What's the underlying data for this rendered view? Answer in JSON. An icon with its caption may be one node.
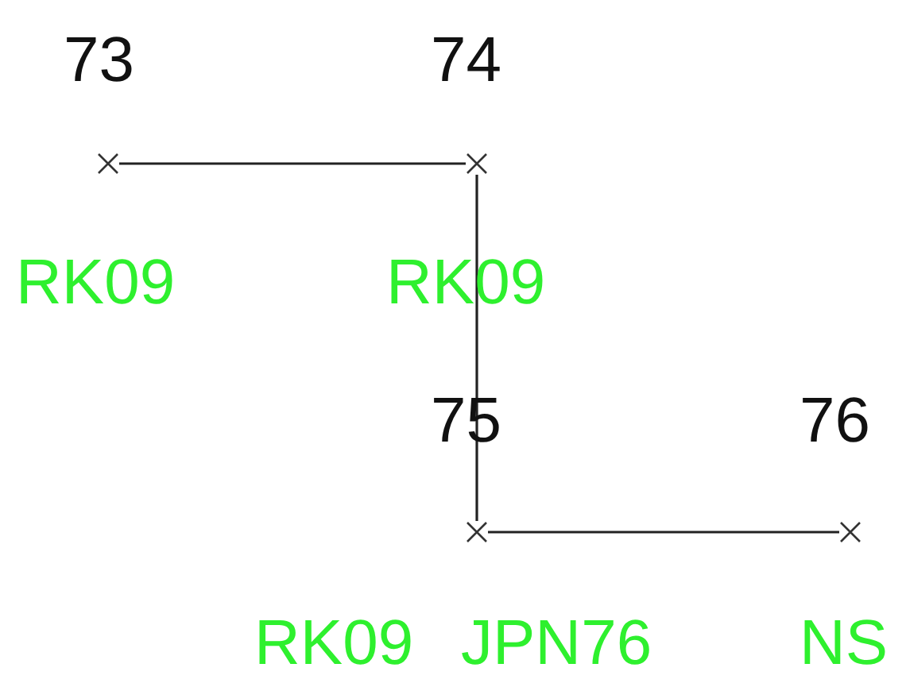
{
  "diagram": {
    "nodes": [
      {
        "text": [],
        "shape": "cross"
      },
      {
        "text": [],
        "shape": "cross"
      },
      {
        "text": [],
        "shape": "cross"
      },
      {
        "text": [],
        "shape": "cross"
      }
    ],
    "edges": [
      {
        "from": 0,
        "to": 1,
        "arrow": "none"
      },
      {
        "from": 1,
        "to": 2,
        "arrow": "none"
      },
      {
        "from": 2,
        "to": 3,
        "arrow": "none"
      }
    ],
    "labels": [
      "73",
      "74",
      "RK09",
      "RK09",
      "75",
      "76",
      "RK09",
      "JPN76",
      "NS"
    ]
  }
}
